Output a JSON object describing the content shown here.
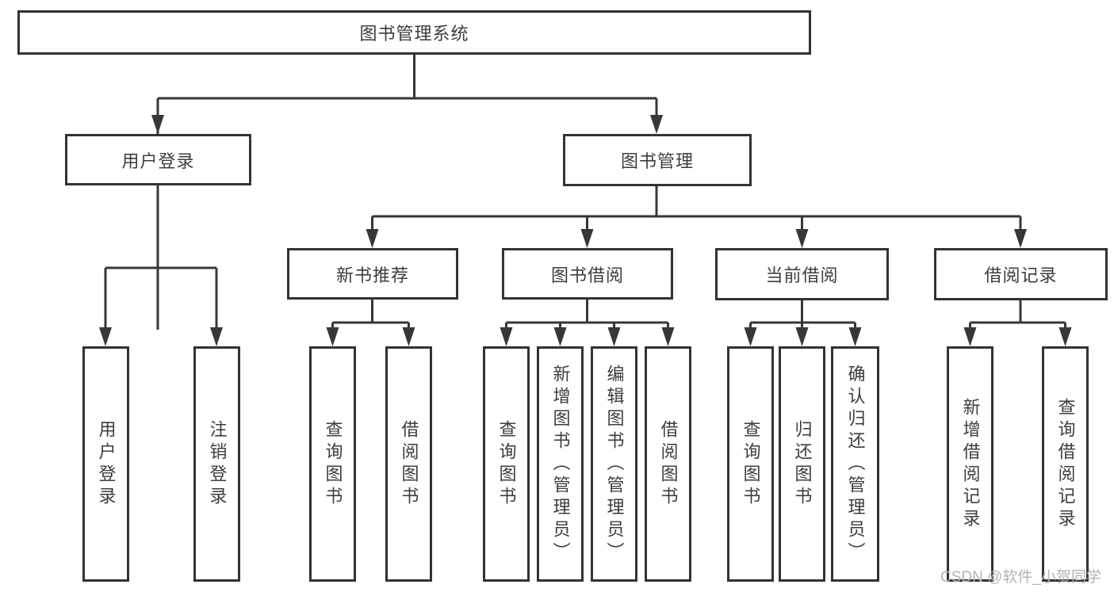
{
  "diagram": {
    "type": "tree",
    "root": {
      "label": "图书管理系统",
      "children": [
        {
          "label": "用户登录",
          "children": [
            {
              "label": "用户登录"
            },
            {
              "label": "注销登录"
            }
          ]
        },
        {
          "label": "图书管理",
          "children": [
            {
              "label": "新书推荐",
              "children": [
                {
                  "label": "查询图书"
                },
                {
                  "label": "借阅图书"
                }
              ]
            },
            {
              "label": "图书借阅",
              "children": [
                {
                  "label": "查询图书"
                },
                {
                  "label": "新增图书（管理员）"
                },
                {
                  "label": "编辑图书（管理员）"
                },
                {
                  "label": "借阅图书"
                }
              ]
            },
            {
              "label": "当前借阅",
              "children": [
                {
                  "label": "查询图书"
                },
                {
                  "label": "归还图书"
                },
                {
                  "label": "确认归还（管理员）"
                }
              ]
            },
            {
              "label": "借阅记录",
              "children": [
                {
                  "label": "新增借阅记录"
                },
                {
                  "label": "查询借阅记录"
                }
              ]
            }
          ]
        }
      ]
    },
    "colors": {
      "box_border": "#333333",
      "box_fill": "#ffffff",
      "line": "#373737",
      "text": "#3d3d3d",
      "watermark": "#b3b3b3",
      "background": "#ffffff"
    }
  },
  "watermark": {
    "text": "CSDN @软件_小贺同学"
  }
}
